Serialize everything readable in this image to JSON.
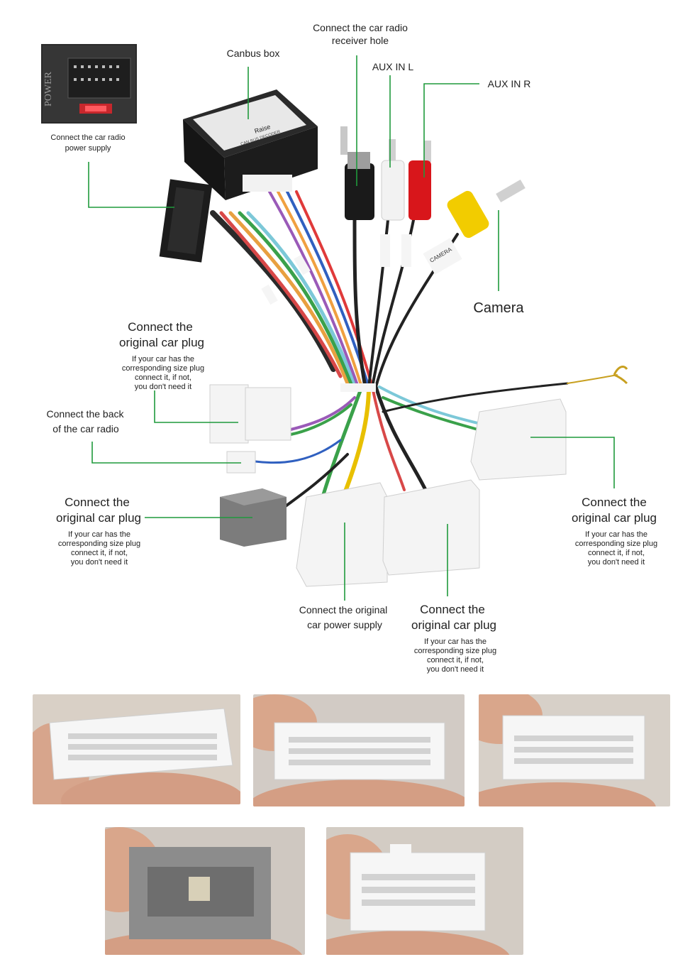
{
  "labels": {
    "canbus_box": "Canbus box",
    "receiver_hole_1": "Connect the car radio",
    "receiver_hole_2": "receiver hole",
    "aux_l": "AUX IN L",
    "aux_r": "AUX IN R",
    "camera": "Camera",
    "power_supply_1": "Connect the car radio",
    "power_supply_2": "power supply",
    "power_panel_text": "POWER",
    "orig_plug_a_1": "Connect the",
    "orig_plug_a_2": "original car plug",
    "back_radio_1": "Connect the back",
    "back_radio_2": "of the car radio",
    "orig_plug_b_1": "Connect the",
    "orig_plug_b_2": "original car plug",
    "orig_plug_c_1": "Connect the",
    "orig_plug_c_2": "original car plug",
    "car_power_1": "Connect the original",
    "car_power_2": "car power  supply",
    "orig_plug_d_1": "Connect the",
    "orig_plug_d_2": "original car plug",
    "note_1": "If your car has the",
    "note_2": "corresponding size plug",
    "note_3": "connect it, if not,",
    "note_4": "you don't need it",
    "box_brand": "Raise",
    "box_sub": "CAN BUS DECODER",
    "camera_tag": "CAMERA"
  },
  "colors": {
    "leader": "#1f9a3c",
    "aux_l_plug": "#f2f2f2",
    "aux_r_plug": "#d8161b",
    "camera_plug": "#f2cc00",
    "canbus_box": "#1c1c1c"
  }
}
